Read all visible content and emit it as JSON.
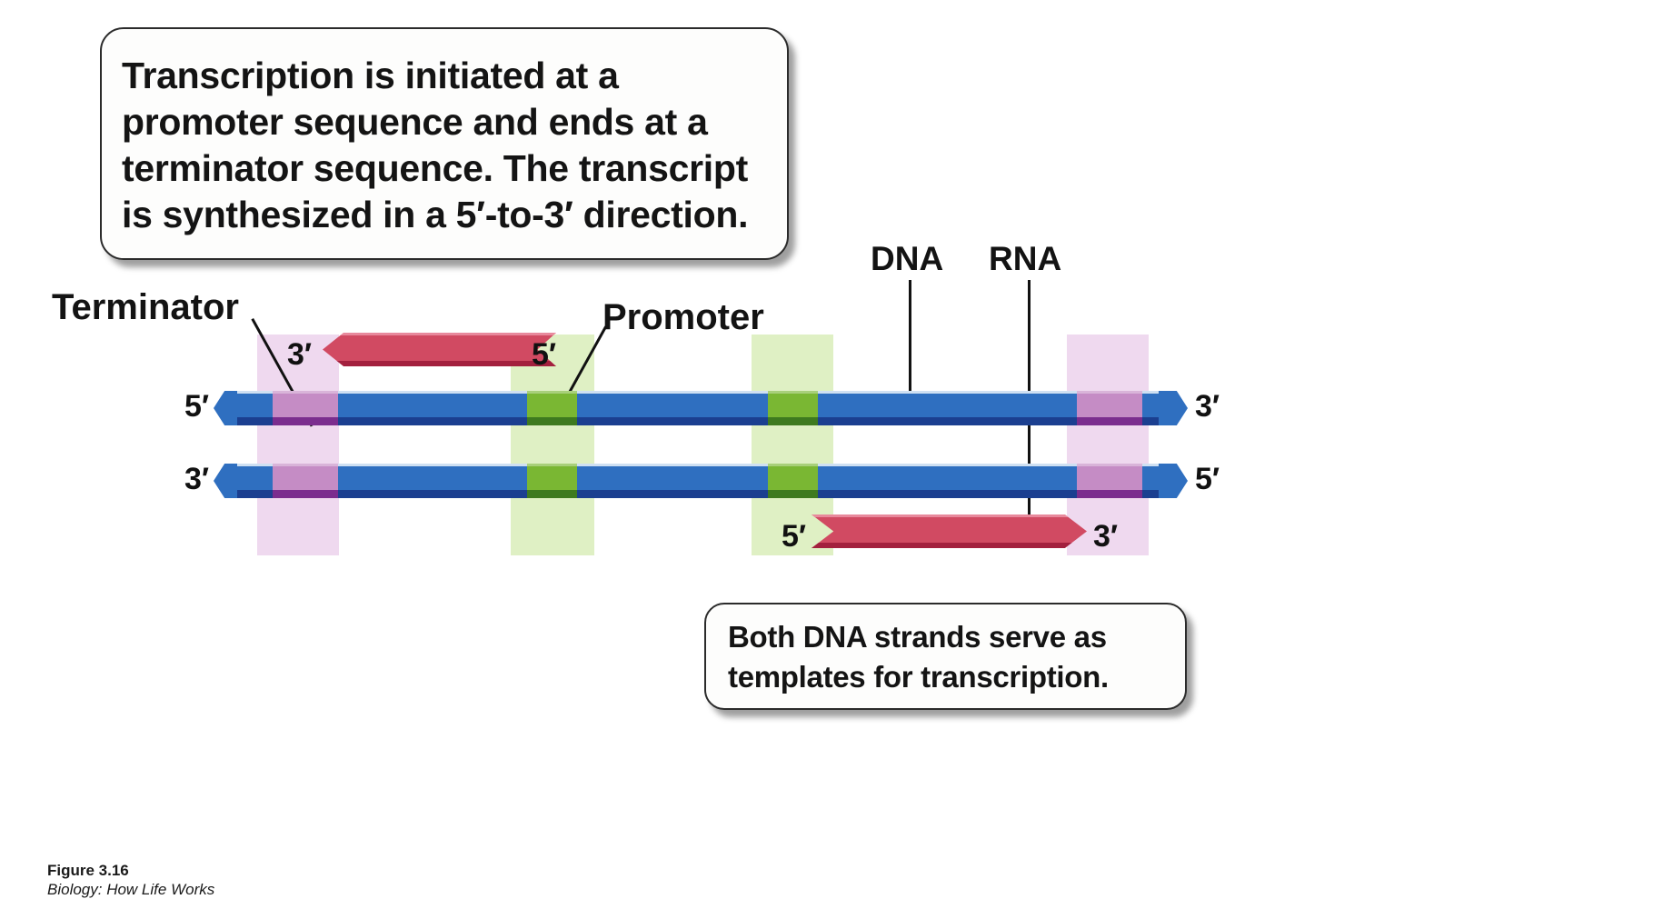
{
  "figure": {
    "number": "Figure 3.16",
    "source": "Biology: How Life Works"
  },
  "callouts": {
    "top": "Transcription is initiated at a promoter sequence and ends at a terminator sequence. The transcript is synthesized in a 5′-to-3′ direction.",
    "bottom": "Both DNA strands serve as templates for transcription."
  },
  "labels": {
    "terminator": "Terminator",
    "promoter": "Promoter",
    "dna": "DNA",
    "rna": "RNA"
  },
  "strands": {
    "dna_top": {
      "left_end": "5′",
      "right_end": "3′"
    },
    "dna_bottom": {
      "left_end": "3′",
      "right_end": "5′"
    },
    "rna_upper": {
      "left_end": "3′",
      "right_end": "5′"
    },
    "rna_lower": {
      "left_end": "5′",
      "right_end": "3′"
    }
  },
  "colors": {
    "dna_blue": "#2f6fc0",
    "dna_blue_dark": "#1b3f90",
    "rna_crimson": "#d14a62",
    "rna_crimson_dark": "#a3203e",
    "terminator_purple": "#c58cc5",
    "terminator_highlight": "#efd9ef",
    "promoter_green": "#7ab733",
    "promoter_highlight": "#dff0c4",
    "text_black": "#131313",
    "background": "#ffffff"
  }
}
